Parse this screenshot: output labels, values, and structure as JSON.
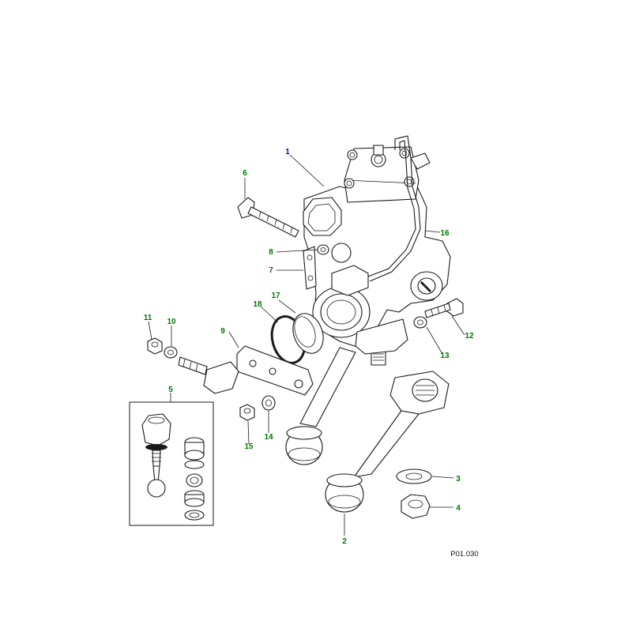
{
  "diagram": {
    "reference": "P01.030",
    "callouts": [
      {
        "id": "1",
        "label": "1",
        "color": "#0000cc"
      },
      {
        "id": "2",
        "label": "2",
        "color": "#007700"
      },
      {
        "id": "3",
        "label": "3",
        "color": "#007700"
      },
      {
        "id": "4",
        "label": "4",
        "color": "#007700"
      },
      {
        "id": "5",
        "label": "5",
        "color": "#007700"
      },
      {
        "id": "6",
        "label": "6",
        "color": "#007700"
      },
      {
        "id": "7",
        "label": "7",
        "color": "#007700"
      },
      {
        "id": "8",
        "label": "8",
        "color": "#007700"
      },
      {
        "id": "9",
        "label": "9",
        "color": "#007700"
      },
      {
        "id": "10",
        "label": "10",
        "color": "#007700"
      },
      {
        "id": "11",
        "label": "11",
        "color": "#007700"
      },
      {
        "id": "12",
        "label": "12",
        "color": "#007700"
      },
      {
        "id": "13",
        "label": "13",
        "color": "#007700"
      },
      {
        "id": "14",
        "label": "14",
        "color": "#007700"
      },
      {
        "id": "15",
        "label": "15",
        "color": "#007700"
      },
      {
        "id": "16",
        "label": "16",
        "color": "#007700"
      },
      {
        "id": "17",
        "label": "17",
        "color": "#007700"
      },
      {
        "id": "18",
        "label": "18",
        "color": "#007700"
      }
    ]
  }
}
